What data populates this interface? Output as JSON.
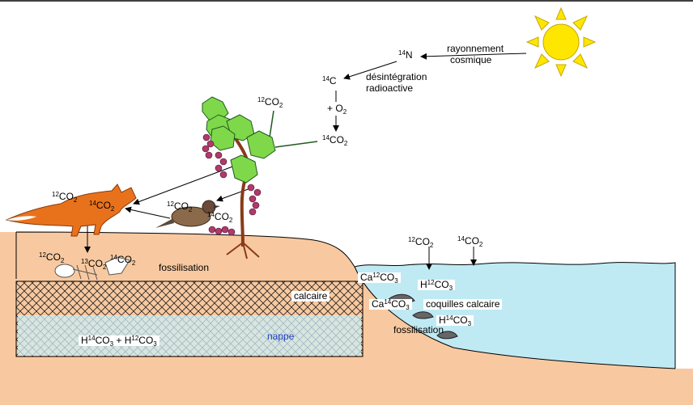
{
  "labels": {
    "n14": {
      "sup": "14",
      "base": "N"
    },
    "rayonnement": "rayonnement",
    "cosmique": "cosmique",
    "c14": {
      "sup": "14",
      "base": "C"
    },
    "desintegration": "désintégration",
    "radioactive": "radioactive",
    "plus_o2": {
      "base": "+ O",
      "sub": "2"
    },
    "co2_14_air": {
      "sup": "14",
      "base": "CO",
      "sub": "2"
    },
    "co2_12_air": {
      "sup": "12",
      "base": "CO",
      "sub": "2"
    },
    "fox_co2_12": {
      "sup": "12",
      "base": "CO",
      "sub": "2"
    },
    "fox_co2_14": {
      "sup": "14",
      "base": "CO",
      "sub": "2"
    },
    "bird_co2_12": {
      "sup": "12",
      "base": "CO",
      "sub": "2"
    },
    "bird_co2_14": {
      "sup": "14",
      "base": "CO",
      "sub": "2"
    },
    "ground_co2_12": {
      "sup": "12",
      "base": "CO",
      "sub": "2"
    },
    "ground_co2_13": {
      "sup": "13",
      "base": "CO",
      "sub": "2"
    },
    "ground_co2_14": {
      "sup": "14",
      "base": "CO",
      "sub": "2"
    },
    "fossilisation_land": "fossilisation",
    "calcaire": "calcaire",
    "nappe": "nappe",
    "hco3_formula": {
      "a_base": "H",
      "a_sup": "14",
      "a_base2": "CO",
      "a_sub": "3",
      "plus": " + H",
      "b_sup": "12",
      "b_base": "CO",
      "b_sub": "3"
    },
    "sea_co2_12": {
      "sup": "12",
      "base": "CO",
      "sub": "2"
    },
    "sea_co2_14": {
      "sup": "14",
      "base": "CO",
      "sub": "2"
    },
    "ca12co3": {
      "pre": "Ca",
      "sup": "12",
      "base": "CO",
      "sub": "3"
    },
    "h12co3": {
      "pre": "H",
      "sup": "12",
      "base": "CO",
      "sub": "3"
    },
    "ca14co3": {
      "pre": "Ca",
      "sup": "14",
      "base": "CO",
      "sub": "3"
    },
    "coquilles": "coquilles calcaire",
    "h14co3": {
      "pre": "H",
      "sup": "14",
      "base": "CO",
      "sub": "3"
    },
    "fossilisation_sea": "fossilisation"
  },
  "colors": {
    "soil": "#f8c9a0",
    "sea": "#bfeaf4",
    "leaf": "#7fd84a",
    "grape": "#b03a6a",
    "fox": "#e8721c",
    "sun": "#ffe600"
  }
}
